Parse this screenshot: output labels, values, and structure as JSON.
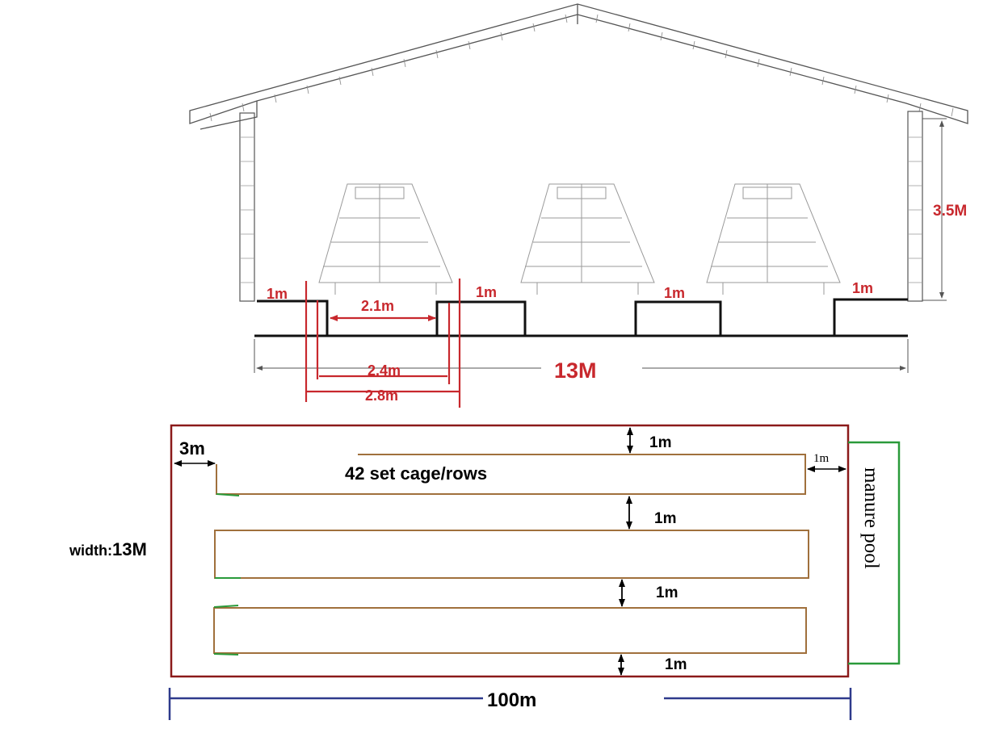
{
  "section_view": {
    "height_label": "3.5M",
    "width_label": "13M",
    "platform_labels": [
      "1m",
      "1m",
      "1m",
      "1m"
    ],
    "aisle_label": "2.1m",
    "span_label_1": "2.4m",
    "span_label_2": "2.8m"
  },
  "plan_view": {
    "cage_rows_label": "42 set cage/rows",
    "end_gap_label": "3m",
    "side_gap_label": "1m",
    "row_gap_labels": [
      "1m",
      "1m",
      "1m",
      "1m"
    ],
    "width_label_prefix": "width:",
    "width_label_value": "13M",
    "length_label": "100m",
    "manure_pool_label": "manure pool"
  },
  "colors": {
    "annotation_red": "#c8282d",
    "house_outline": "#dc143c",
    "cage_row_outline": "#a0703c",
    "manure_pool_outline": "#2a9a3a",
    "length_dimension": "#2e3a8c",
    "roof_lines": "#555555"
  }
}
